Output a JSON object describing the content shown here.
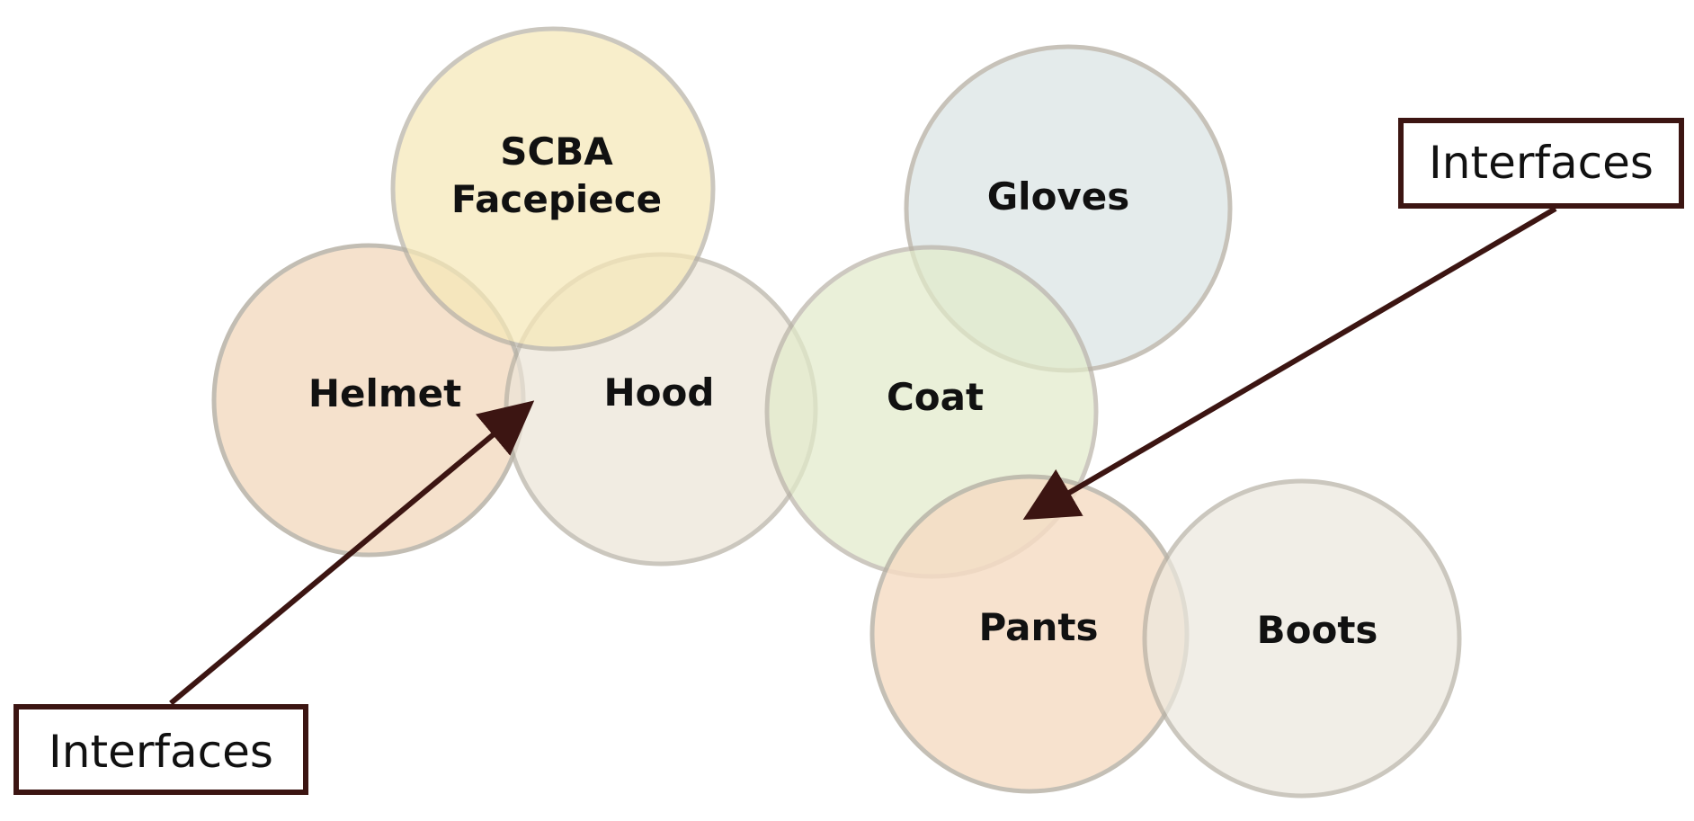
{
  "nodes": [
    {
      "id": "helmet",
      "label": "Helmet",
      "color": "#f4dcc4"
    },
    {
      "id": "hood",
      "label": "Hood",
      "color": "#ece5d8"
    },
    {
      "id": "scba",
      "label_lines": [
        "SCBA",
        "Facepiece"
      ],
      "color": "#f6e8b8"
    },
    {
      "id": "gloves",
      "label": "Gloves",
      "color": "#dde6e6"
    },
    {
      "id": "coat",
      "label": "Coat",
      "color": "#e2ebca"
    },
    {
      "id": "pants",
      "label": "Pants",
      "color": "#f6dcc4"
    },
    {
      "id": "boots",
      "label": "Boots",
      "color": "#ece8de"
    }
  ],
  "callouts": [
    {
      "id": "top-right",
      "label": "Interfaces",
      "points_to": "coat-pants"
    },
    {
      "id": "bottom-left",
      "label": "Interfaces",
      "points_to": "helmet-hood"
    }
  ],
  "colors": {
    "circle_edge": "#b8b2a6",
    "arrow": "#3c1512",
    "box_border": "#3c1512"
  }
}
